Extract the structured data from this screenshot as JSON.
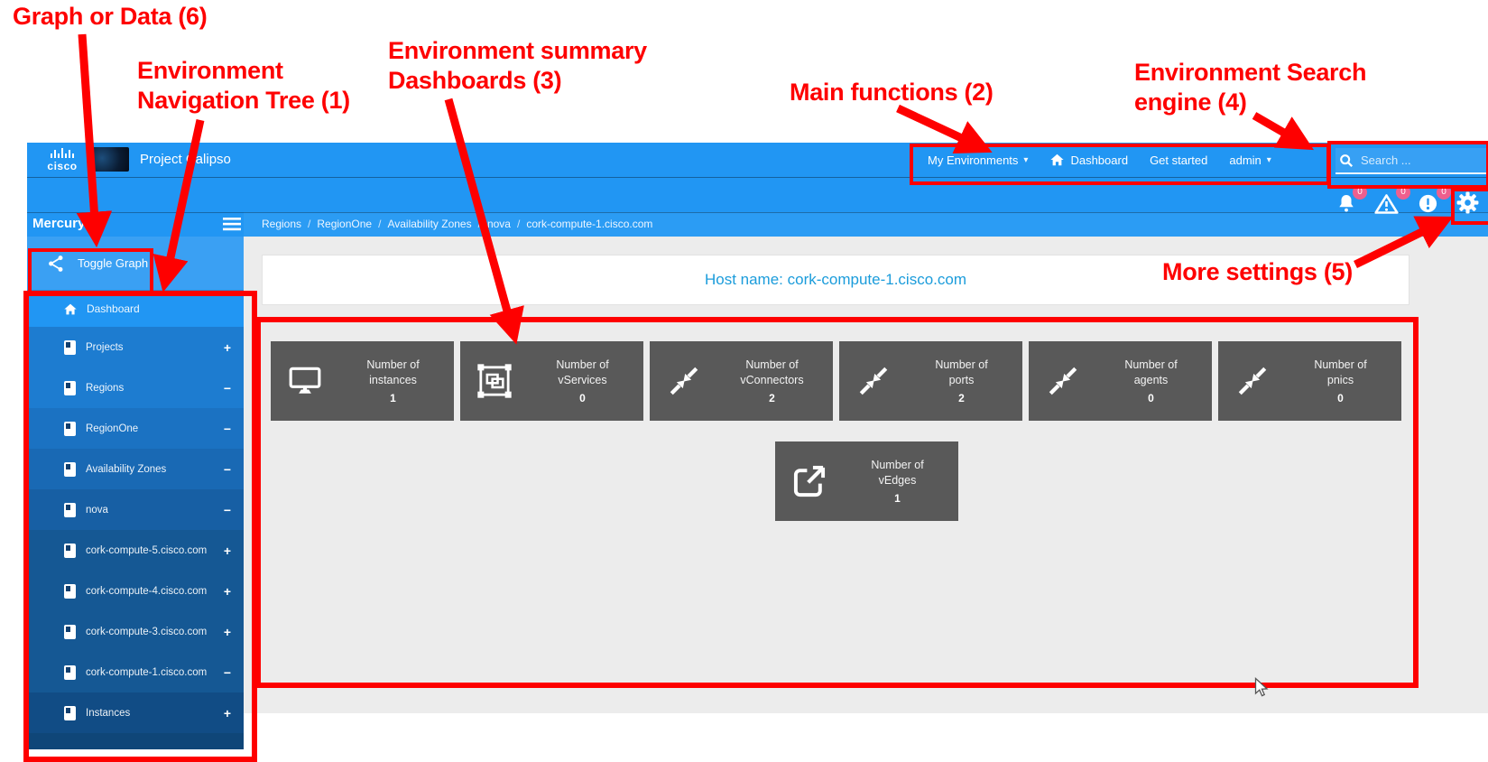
{
  "header": {
    "brand": "cisco",
    "app_title": "Project Calipso",
    "nav": {
      "my_environments": "My Environments",
      "dashboard": "Dashboard",
      "get_started": "Get started",
      "user": "admin"
    },
    "search_placeholder": "Search ...",
    "caret_down": "▾"
  },
  "notifications": {
    "bell_count": "0",
    "warning_count": "0",
    "error_count": "0"
  },
  "sidebar": {
    "title": "Mercury",
    "toggle_graph_label": "Toggle Graph",
    "items": [
      {
        "label": "Dashboard",
        "expand": ""
      },
      {
        "label": "Projects",
        "expand": "+"
      },
      {
        "label": "Regions",
        "expand": "−"
      },
      {
        "label": "RegionOne",
        "expand": "−"
      },
      {
        "label": "Availability Zones",
        "expand": "−"
      },
      {
        "label": "nova",
        "expand": "−"
      },
      {
        "label": "cork-compute-5.cisco.com",
        "expand": "+"
      },
      {
        "label": "cork-compute-4.cisco.com",
        "expand": "+"
      },
      {
        "label": "cork-compute-3.cisco.com",
        "expand": "+"
      },
      {
        "label": "cork-compute-1.cisco.com",
        "expand": "−"
      },
      {
        "label": "Instances",
        "expand": "+"
      }
    ]
  },
  "breadcrumb": {
    "sep": "/",
    "items": [
      "Regions",
      "RegionOne",
      "Availability Zones",
      "nova",
      "cork-compute-1.cisco.com"
    ]
  },
  "main": {
    "host_heading": "Host name: cork-compute-1.cisco.com",
    "tiles": [
      {
        "line1": "Number of",
        "line2": "instances",
        "value": "1",
        "icon": "monitor-icon"
      },
      {
        "line1": "Number of",
        "line2": "vServices",
        "value": "0",
        "icon": "vservices-icon"
      },
      {
        "line1": "Number of",
        "line2": "vConnectors",
        "value": "2",
        "icon": "compress-arrows-icon"
      },
      {
        "line1": "Number of",
        "line2": "ports",
        "value": "2",
        "icon": "compress-arrows-icon"
      },
      {
        "line1": "Number of",
        "line2": "agents",
        "value": "0",
        "icon": "compress-arrows-icon"
      },
      {
        "line1": "Number of",
        "line2": "pnics",
        "value": "0",
        "icon": "compress-arrows-icon"
      },
      {
        "line1": "Number of",
        "line2": "vEdges",
        "value": "1",
        "icon": "external-link-icon"
      }
    ]
  },
  "annotations": {
    "graph_or_data": "Graph or Data (6)",
    "nav_tree_line1": "Environment",
    "nav_tree_line2": "Navigation Tree (1)",
    "dashboards_line1": "Environment summary",
    "dashboards_line2": "Dashboards (3)",
    "main_functions": "Main functions (2)",
    "search_line1": "Environment Search",
    "search_line2": "engine (4)",
    "more_settings": "More settings (5)"
  },
  "colors": {
    "accent_blue": "#2196f3",
    "badge_pink": "#ee5f8e",
    "tile_gray": "#595959",
    "annotation_red": "#fe0000",
    "host_text_blue": "#1b9cdb"
  }
}
